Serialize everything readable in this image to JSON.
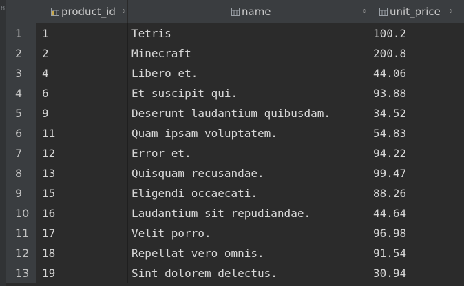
{
  "grid": {
    "columns": [
      {
        "label": "product_id",
        "icon": "key-column-icon",
        "sort_icon": "⇕"
      },
      {
        "label": "name",
        "icon": "column-icon",
        "sort_icon": "⇕"
      },
      {
        "label": "unit_price",
        "icon": "column-icon",
        "sort_icon": "⇕"
      }
    ],
    "rows": [
      {
        "num": "1",
        "product_id": "1",
        "name": "Tetris",
        "unit_price": "100.2"
      },
      {
        "num": "2",
        "product_id": "2",
        "name": "Minecraft",
        "unit_price": "200.8"
      },
      {
        "num": "3",
        "product_id": "4",
        "name": "Libero et.",
        "unit_price": "44.06"
      },
      {
        "num": "4",
        "product_id": "6",
        "name": "Et suscipit qui.",
        "unit_price": "93.88"
      },
      {
        "num": "5",
        "product_id": "9",
        "name": "Deserunt laudantium quibusdam.",
        "unit_price": "34.52"
      },
      {
        "num": "6",
        "product_id": "11",
        "name": "Quam ipsam voluptatem.",
        "unit_price": "54.83"
      },
      {
        "num": "7",
        "product_id": "12",
        "name": "Error et.",
        "unit_price": "94.22"
      },
      {
        "num": "8",
        "product_id": "13",
        "name": "Quisquam recusandae.",
        "unit_price": "99.47"
      },
      {
        "num": "9",
        "product_id": "15",
        "name": "Eligendi occaecati.",
        "unit_price": "88.26"
      },
      {
        "num": "10",
        "product_id": "16",
        "name": "Laudantium sit repudiandae.",
        "unit_price": "44.64"
      },
      {
        "num": "11",
        "product_id": "17",
        "name": "Velit porro.",
        "unit_price": "96.98"
      },
      {
        "num": "12",
        "product_id": "18",
        "name": "Repellat vero omnis.",
        "unit_price": "91.54"
      },
      {
        "num": "13",
        "product_id": "19",
        "name": "Sint dolorem delectus.",
        "unit_price": "30.94"
      }
    ]
  },
  "colors": {
    "background": "#2b2b2b",
    "header_background": "#3a3d40",
    "text": "#d6d6d6",
    "grid_line": "#1f1f1f",
    "key_icon_accent": "#c9a94a"
  }
}
